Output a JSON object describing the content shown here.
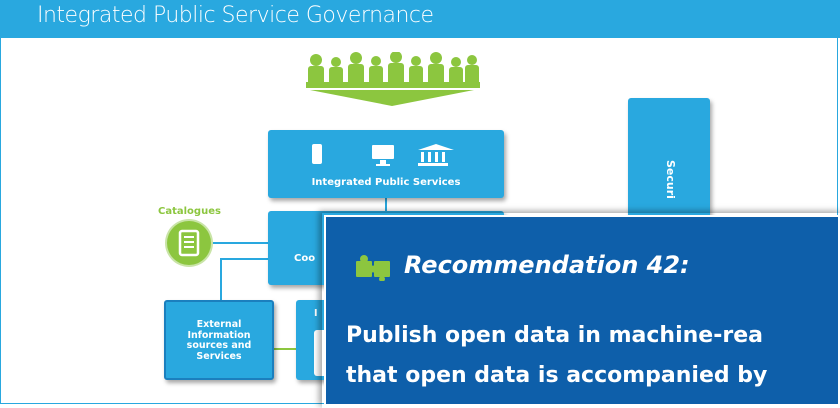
{
  "header": {
    "title": "Integrated Public Service Governance"
  },
  "diagram": {
    "integrated_public_services": {
      "label": "Integrated Public Services",
      "icons": [
        "mobile-phone-icon",
        "computer-monitor-icon",
        "government-building-icon"
      ]
    },
    "coordination": {
      "label_visible": "Coo"
    },
    "security": {
      "label_visible": "Securi"
    },
    "external": {
      "label": "External Information sources and Services"
    },
    "internal": {
      "label_visible": "I"
    },
    "catalogues": {
      "label": "Catalogues",
      "icon": "catalogue-book-icon"
    },
    "citizens": {
      "icon": "citizens-group-icon"
    }
  },
  "recommendation": {
    "title": "Recommendation 42:",
    "icon": "puzzle-piece-icon",
    "line1": "Publish open data in machine-rea",
    "line2": "that open data is accompanied by"
  },
  "colors": {
    "header": "#29a8df",
    "box": "#29a8df",
    "box_dark": "#1b7fbe",
    "green": "#8cc63f",
    "panel": "#0e5faa"
  }
}
